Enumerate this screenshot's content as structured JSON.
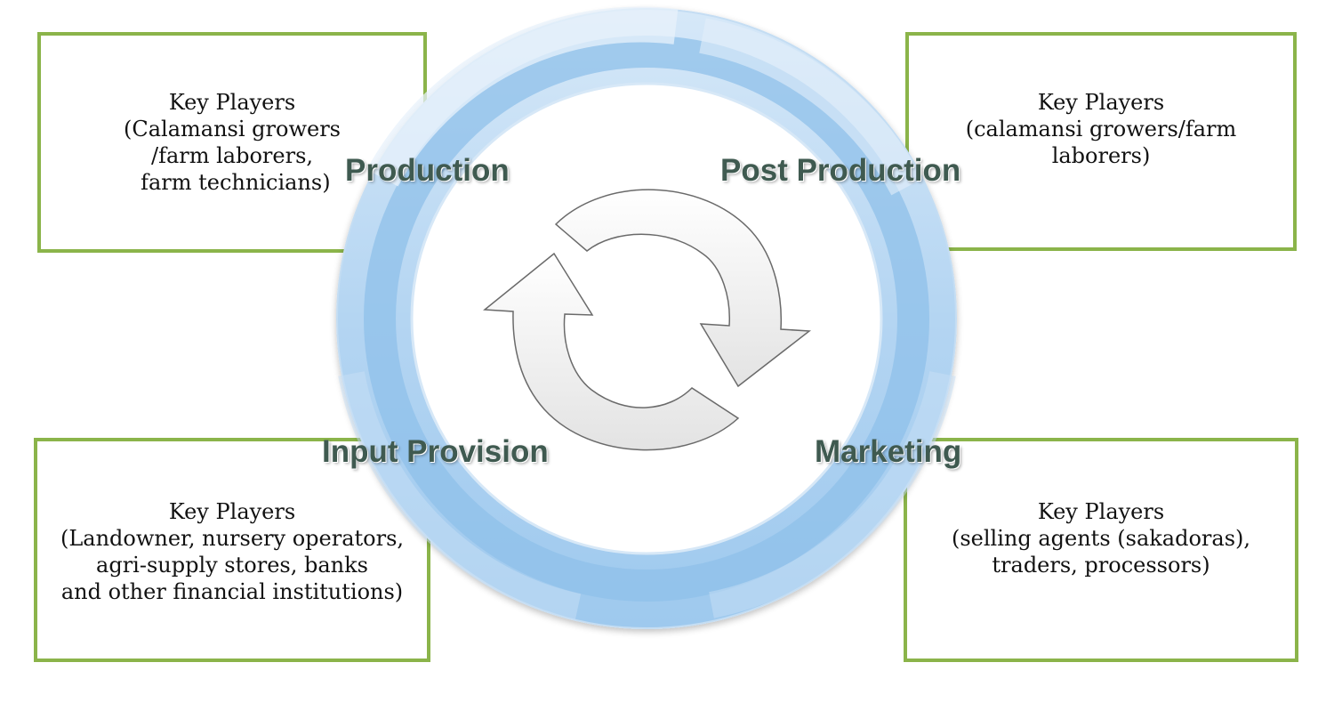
{
  "stages": {
    "production": "Production",
    "post_production": "Post Production",
    "input_provision": "Input Provision",
    "marketing": "Marketing"
  },
  "boxes": {
    "production": {
      "lines": [
        "Key Players",
        "(Calamansi growers",
        "/farm laborers,",
        " farm technicians)"
      ]
    },
    "post_production": {
      "lines": [
        "Key Players",
        "(calamansi growers/farm",
        "laborers)"
      ]
    },
    "input_provision": {
      "lines": [
        "Key Players",
        "(Landowner, nursery operators,",
        "agri-supply stores, banks",
        "and other financial institutions)"
      ]
    },
    "marketing": {
      "lines": [
        "Key Players",
        "(selling agents (sakadoras),",
        "traders, processors)"
      ]
    }
  },
  "colors": {
    "box_border": "#8bb44a",
    "ring_light": "#cfe3f7",
    "ring_dark": "#8fc0ea",
    "label_text": "#3f5a50",
    "arrow_fill": "#f2f2f2",
    "arrow_stroke": "#6a6a6a"
  },
  "icons": {
    "center": "cycle-arrows-icon"
  }
}
